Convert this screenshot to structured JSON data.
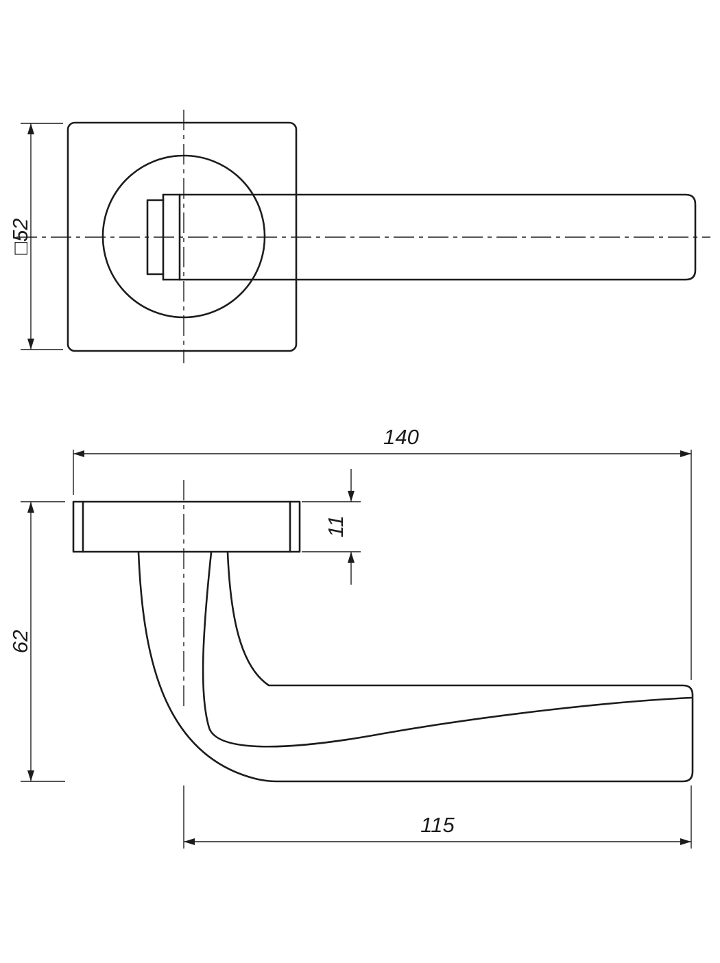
{
  "dims": {
    "rose_square": "□52",
    "overall_length": "140",
    "overall_height": "62",
    "rose_thickness": "11",
    "grip_length": "115"
  }
}
